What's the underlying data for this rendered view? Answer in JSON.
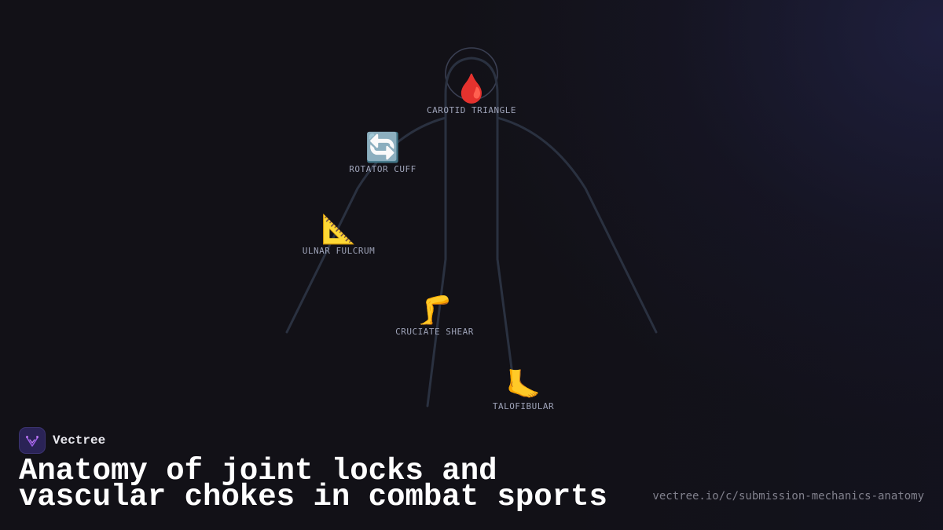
{
  "brand": {
    "name": "Vectree",
    "logo_icon": "vectree-logo-icon"
  },
  "title": "Anatomy of joint locks and vascular chokes in combat sports",
  "url": "vectree.io/c/submission-mechanics-anatomy",
  "markers": [
    {
      "icon": "🩸",
      "icon_name": "blood-drop-icon",
      "label": "CAROTID TRIANGLE"
    },
    {
      "icon": "🔄",
      "icon_name": "rotate-arrows-icon",
      "label": "ROTATOR CUFF"
    },
    {
      "icon": "📐",
      "icon_name": "triangle-ruler-icon",
      "label": "ULNAR FULCRUM"
    },
    {
      "icon": "🦵",
      "icon_name": "leg-icon",
      "label": "CRUCIATE SHEAR"
    },
    {
      "icon": "🦶",
      "icon_name": "foot-icon",
      "label": "TALOFIBULAR"
    }
  ],
  "colors": {
    "background": "#121117",
    "figure_stroke": "#2a3140",
    "label": "#9ea3b8",
    "url": "#80808c"
  }
}
